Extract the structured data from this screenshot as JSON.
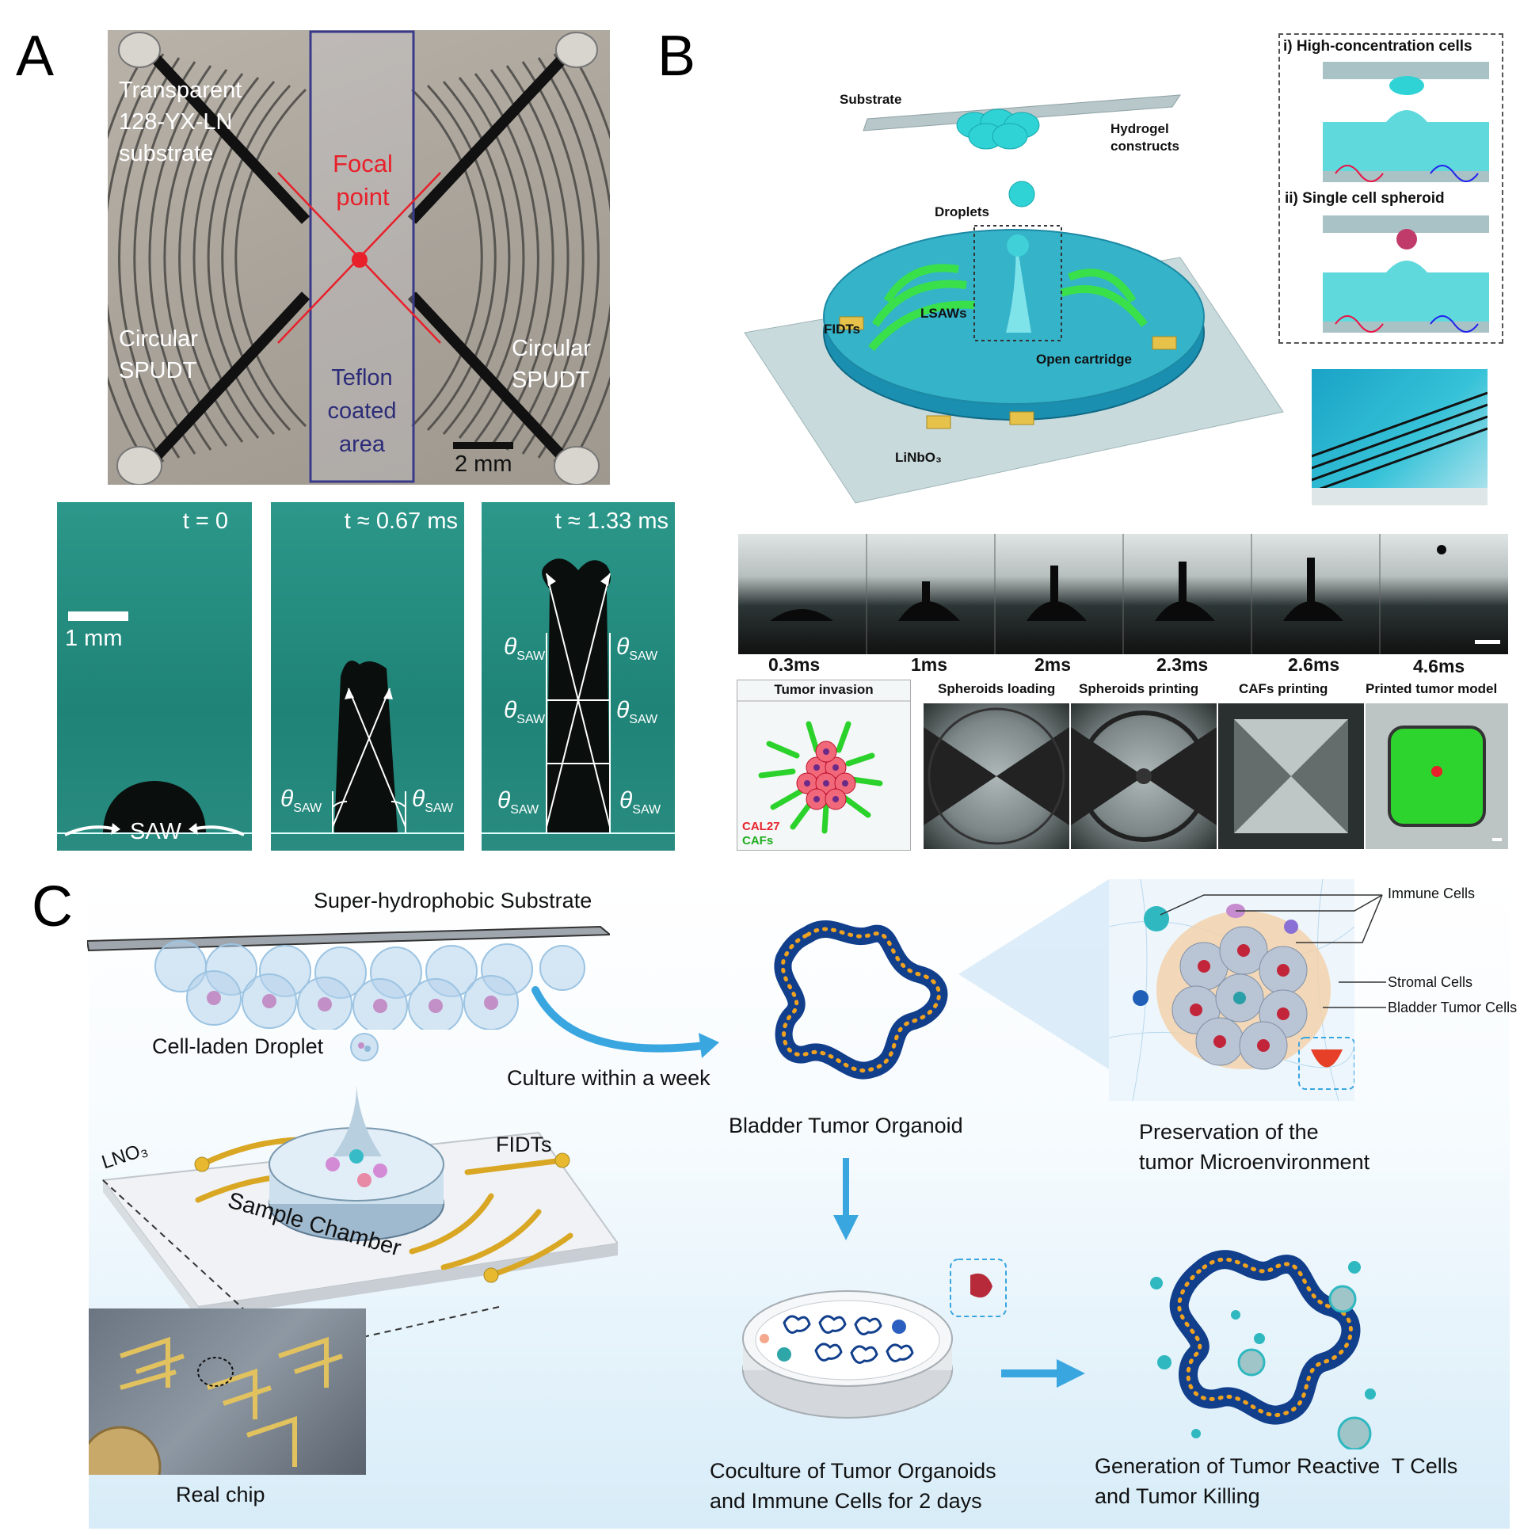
{
  "panelA": {
    "letter": "A",
    "substrate_label": "Transparent\n128-YX-LN\nsubstrate",
    "focal_label": "Focal\npoint",
    "spudt_left": "Circular\nSPUDT",
    "spudt_right": "Circular\nSPUDT",
    "teflon_label": "Teflon\ncoated\narea",
    "scale_top": "2 mm",
    "frames": [
      {
        "time": "t = 0",
        "scale": "1 mm",
        "saw": "SAW"
      },
      {
        "time": "t ≈ 0.67 ms"
      },
      {
        "time": "t ≈ 1.33 ms"
      }
    ],
    "theta": "θ",
    "theta_sub": "SAW"
  },
  "panelB": {
    "letter": "B",
    "labels": {
      "substrate": "Substrate",
      "hydrogel": "Hydrogel\nconstructs",
      "droplets": "Droplets",
      "fidts": "FIDTs",
      "lsaws": "LSAWs",
      "cartridge": "Open cartridge",
      "linbo3": "LiNbO₃"
    },
    "inset_i": "i) High-concentration cells",
    "inset_ii": "ii)  Single cell spheroid",
    "times": [
      "0.3ms",
      "1ms",
      "2ms",
      "2.3ms",
      "2.6ms",
      "4.6ms"
    ],
    "stages": [
      "Tumor invasion",
      "Spheroids loading",
      "Spheroids printing",
      "CAFs printing",
      "Printed tumor model"
    ],
    "legend_cal27": "CAL27",
    "legend_cafs": "CAFs"
  },
  "panelC": {
    "letter": "C",
    "super_substrate": "Super-hydrophobic Substrate",
    "cell_droplet": "Cell-laden Droplet",
    "culture": "Culture within a week",
    "organoid": "Bladder Tumor Organoid",
    "lno3": "LNO₃",
    "fidts": "FIDTs",
    "sample_chamber": "Sample Chamber",
    "real_chip": "Real chip",
    "immune": "Immune Cells",
    "stromal": "Stromal Cells",
    "bladder_cells": "Bladder Tumor Cells",
    "preservation": "Preservation of the\ntumor Microenvironment",
    "coculture": "Coculture of Tumor Organoids\nand Immune Cells for 2 days",
    "generation": "Generation of Tumor Reactive  T Cells\nand Tumor Killing"
  },
  "colors": {
    "teal_photo": "#1e8a7e",
    "focal_red": "#e8202a",
    "teflon_blue": "#3a3a8a",
    "organoid_blue": "#123f8c"
  }
}
